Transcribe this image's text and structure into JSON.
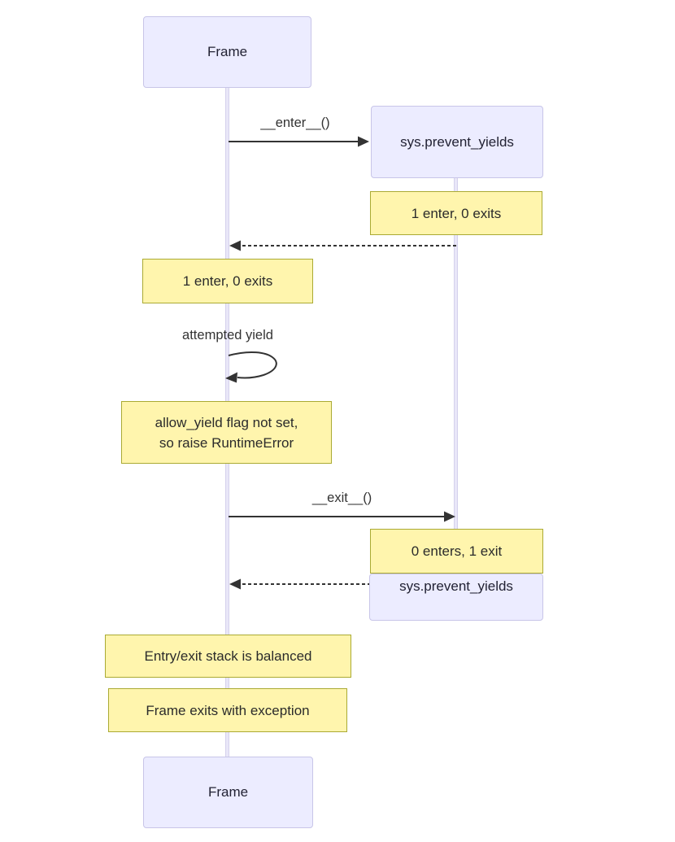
{
  "diagram": {
    "kind": "sequence-diagram",
    "colors": {
      "actor_fill": "#ECECFF",
      "actor_border": "#C8C5E8",
      "note_fill": "#FFF5AD",
      "note_border": "#AAAA33",
      "lifeline_fill": "#E9E7F8",
      "message_stroke": "#333333",
      "background": "#FFFFFF"
    },
    "actors": [
      {
        "id": "frame",
        "label": "Frame"
      },
      {
        "id": "sys_prevent_yields",
        "label": "sys.prevent_yields"
      }
    ],
    "messages": [
      {
        "from": "Frame",
        "to": "sys.prevent_yields",
        "label": "__enter__()",
        "style": "solid"
      },
      {
        "from": "sys.prevent_yields",
        "to": "Frame",
        "label": "",
        "style": "dashed"
      },
      {
        "from": "Frame",
        "to": "Frame",
        "label": "attempted yield",
        "style": "self-loop"
      },
      {
        "from": "Frame",
        "to": "sys.prevent_yields",
        "label": "__exit__()",
        "style": "solid"
      },
      {
        "from": "sys.prevent_yields",
        "to": "Frame",
        "label": "",
        "style": "dashed"
      }
    ],
    "notes": [
      {
        "over": "sys.prevent_yields",
        "text": "1 enter, 0 exits"
      },
      {
        "over": "Frame",
        "text": "1 enter, 0 exits"
      },
      {
        "over": "Frame",
        "lines": [
          "allow_yield flag not set,",
          "so raise RuntimeError"
        ]
      },
      {
        "over": "sys.prevent_yields",
        "text": "0 enters, 1 exit"
      },
      {
        "over": "Frame",
        "text": "Entry/exit stack is balanced"
      },
      {
        "over": "Frame",
        "text": "Frame exits with exception"
      }
    ]
  }
}
